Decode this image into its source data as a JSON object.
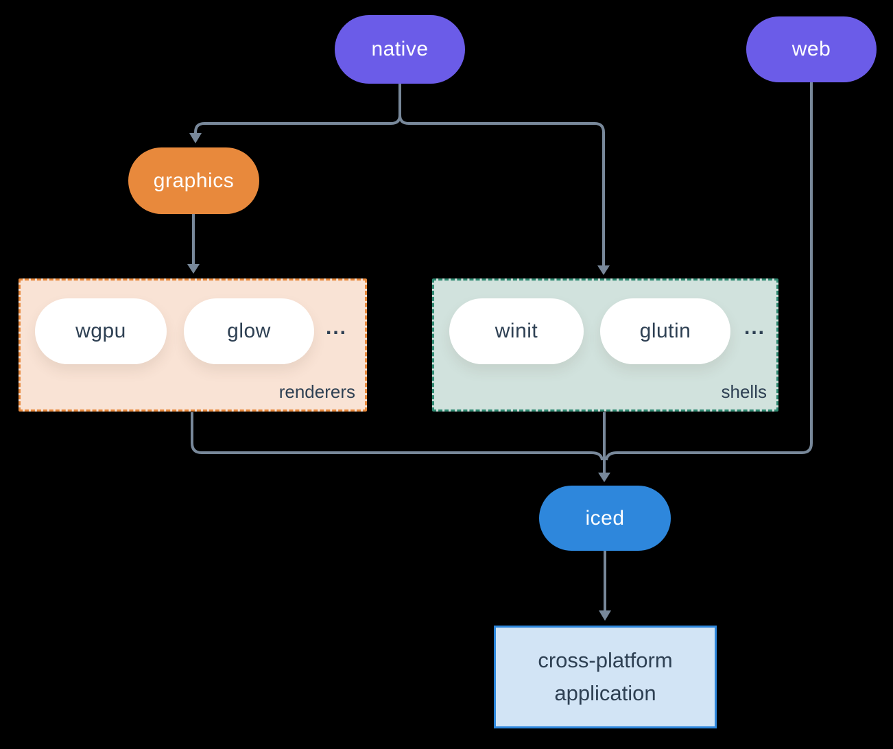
{
  "canvas": {
    "background": "#000000"
  },
  "colors": {
    "node_purple": "#6B5CE8",
    "node_orange": "#E8893C",
    "node_blue": "#2E87DC",
    "renderers_fill": "#F9E3D5",
    "renderers_border": "#E8893C",
    "shells_fill": "#D1E2DD",
    "shells_border": "#2F8A72",
    "app_fill": "#D2E4F5",
    "app_border": "#2E87DC",
    "connector": "#78889A",
    "dark_text": "#2E4053",
    "pill_text": "#FFFFFF"
  },
  "nodes": {
    "native": {
      "label": "native"
    },
    "web": {
      "label": "web"
    },
    "graphics": {
      "label": "graphics"
    },
    "iced": {
      "label": "iced"
    },
    "application": {
      "label_line1": "cross-platform",
      "label_line2": "application"
    }
  },
  "groups": {
    "renderers": {
      "label": "renderers",
      "items": [
        "wgpu",
        "glow"
      ],
      "ellipsis": "..."
    },
    "shells": {
      "label": "shells",
      "items": [
        "winit",
        "glutin"
      ],
      "ellipsis": "..."
    }
  }
}
